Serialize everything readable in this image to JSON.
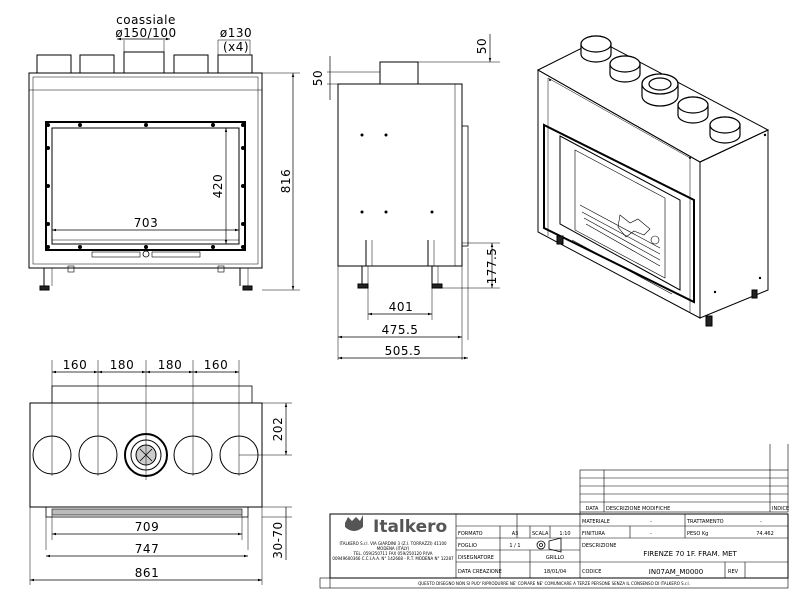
{
  "front_view": {
    "coax_label": "coassiale",
    "coax_diameter": "ø150/100",
    "pipe_diameter": "ø130",
    "pipe_count": "(x4)",
    "dim_height": "816",
    "dim_glass_height": "420",
    "dim_glass_width": "703"
  },
  "side_view": {
    "dim_top": "50",
    "dim_top_right": "50",
    "dim_leg": "177.5",
    "dim_401": "401",
    "dim_475": "475.5",
    "dim_505": "505.5"
  },
  "top_view": {
    "spacings": [
      "160",
      "180",
      "180",
      "160"
    ],
    "dim_202": "202",
    "dim_709": "709",
    "dim_747": "747",
    "dim_861": "861",
    "dim_30_70": "30-70"
  },
  "title_block": {
    "company": "Italkero",
    "address_line1": "ITALKERO S.r.l. VIA GIARDINI 3 (Z.I. TORRAZZI) 41100",
    "address_line2": "MODENA (ITALY)",
    "address_line3": "TEL. 059/250711 FAX 059/250120 P.IVA",
    "address_line4": "00949600366 C.C.I.A.A. N° 142668 - R.T. MODENA N° 12287",
    "hdr_data": "DATA",
    "hdr_desc_mod": "DESCRIZIONE MODIFICHE",
    "hdr_indice": "INDICE",
    "lbl_materiale": "MATERIALE",
    "val_materiale": "-",
    "lbl_trattamento": "TRATTAMENTO",
    "val_trattamento": "-",
    "lbl_formato": "FORMATO",
    "val_formato": "A3",
    "lbl_scala": "SCALA",
    "val_scala": "1:10",
    "lbl_finitura": "FINITURA",
    "val_finitura": "-",
    "lbl_peso": "PESO Kg",
    "val_peso": "74.462",
    "lbl_foglio": "FOGLIO",
    "val_foglio": "1 / 1",
    "lbl_descrizione": "DESCRIZIONE",
    "val_descrizione": "FIRENZE 70 1F. FRAM. MET",
    "lbl_disegnatore": "DISEGNATORE",
    "val_disegnatore": "GRILLO",
    "lbl_data_creazione": "DATA CREAZIONE",
    "val_data_creazione": "18/01/04",
    "lbl_codice": "CODICE",
    "val_codice": "IN07AM_M0000",
    "lbl_rev": "REV",
    "footer": "QUESTO DISEGNO NON SI PUO' RIPRODURRE NE' COPIARE NE' COMUNICARE A TERZE PERSONE SENZA IL CONSENSO DI ITALKERO S.r.l."
  }
}
